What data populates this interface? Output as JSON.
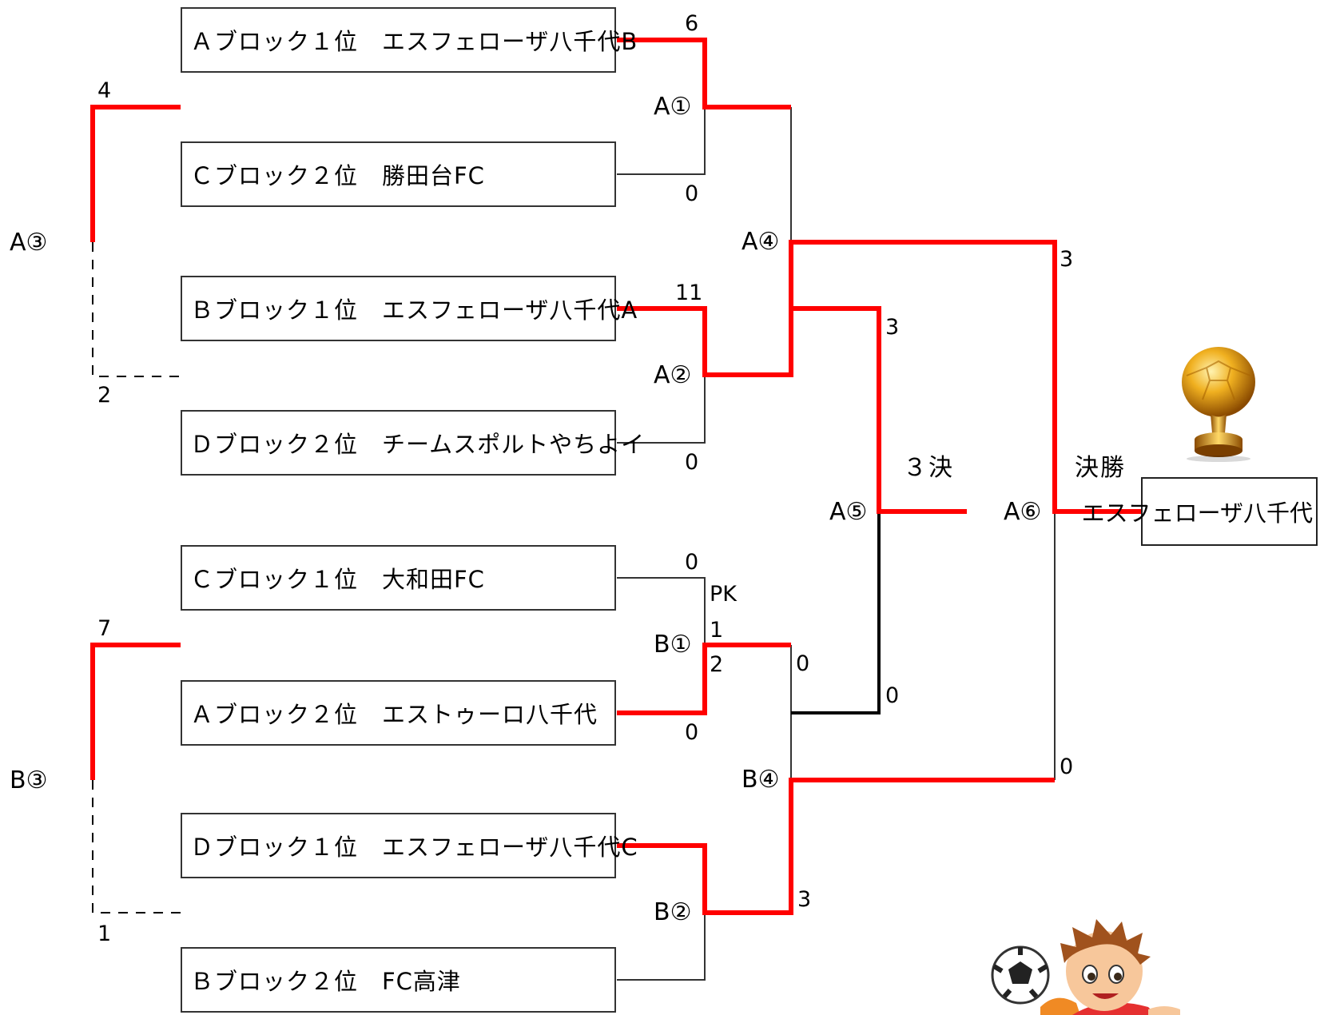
{
  "teams": [
    {
      "label": "Ａブロック１位　エスフェローザ八千代B"
    },
    {
      "label": "Ｃブロック２位　勝田台FC"
    },
    {
      "label": "Ｂブロック１位　エスフェローザ八千代A"
    },
    {
      "label": "Ｄブロック２位　チームスポルトやちよイ"
    },
    {
      "label": "Ｃブロック１位　大和田FC"
    },
    {
      "label": "Ａブロック２位　エストゥーロ八千代"
    },
    {
      "label": "Ｄブロック１位　エスフェローザ八千代C"
    },
    {
      "label": "Ｂブロック２位　FC高津"
    }
  ],
  "matches": {
    "a1": "A①",
    "a2": "A②",
    "a3": "A③",
    "a4": "A④",
    "a5": "A⑤",
    "a6": "A⑥",
    "b1": "B①",
    "b2": "B②",
    "b3": "B③",
    "b4": "B④"
  },
  "scores": {
    "a1_top": "6",
    "a1_bottom": "0",
    "a2_top": "11",
    "a2_bottom": "0",
    "a3_top": "4",
    "a3_bottom": "2",
    "a4_to_final": "3",
    "a4_to_third": "3",
    "b1_top": "0",
    "b1_pk_label": "PK",
    "b1_pk_top": "1",
    "b1_pk_bottom": "2",
    "b1_bottom": "0",
    "b3_top": "7",
    "b3_bottom": "1",
    "b4_to_third": "0",
    "b4_to_third_a5": "0",
    "b4_to_final": "0",
    "b2_to_b4": "3"
  },
  "rounds": {
    "third_place": "３決",
    "final": "決勝"
  },
  "champion": {
    "label": "エスフェローザ八千代"
  },
  "icons": {
    "trophy": "trophy-icon",
    "player": "soccer-player-illustration"
  },
  "colors": {
    "winner_line": "#ff0000",
    "line": "#000000"
  }
}
